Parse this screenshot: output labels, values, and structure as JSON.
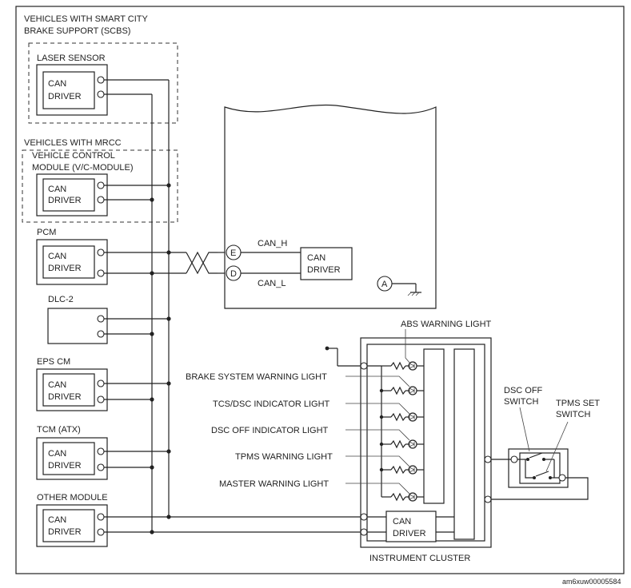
{
  "groups": {
    "scbs_line1": "VEHICLES WITH SMART CITY",
    "scbs_line2": "BRAKE SUPPORT (SCBS)",
    "mrcc": "VEHICLES WITH MRCC"
  },
  "modules": {
    "laser_sensor": "LASER SENSOR",
    "vcm_line1": "VEHICLE CONTROL",
    "vcm_line2": "MODULE (V/C-MODULE)",
    "pcm": "PCM",
    "dlc2": "DLC-2",
    "eps_cm": "EPS CM",
    "tcm": "TCM (ATX)",
    "other_module": "OTHER MODULE",
    "instrument_cluster": "INSTRUMENT CLUSTER"
  },
  "can_driver": {
    "line1": "CAN",
    "line2": "DRIVER"
  },
  "abs_unit": {
    "can_h": "CAN_H",
    "can_l": "CAN_L",
    "term_e": "E",
    "term_d": "D",
    "term_a": "A"
  },
  "lights": {
    "abs": "ABS WARNING LIGHT",
    "brake": "BRAKE SYSTEM WARNING LIGHT",
    "tcs_dsc": "TCS/DSC INDICATOR LIGHT",
    "dsc_off": "DSC OFF INDICATOR LIGHT",
    "tpms": "TPMS WARNING LIGHT",
    "master": "MASTER WARNING LIGHT"
  },
  "switches": {
    "dsc_off_line1": "DSC OFF",
    "dsc_off_line2": "SWITCH",
    "tpms_set_line1": "TPMS SET",
    "tpms_set_line2": "SWITCH"
  },
  "figure_code": "am6xuw00005584"
}
